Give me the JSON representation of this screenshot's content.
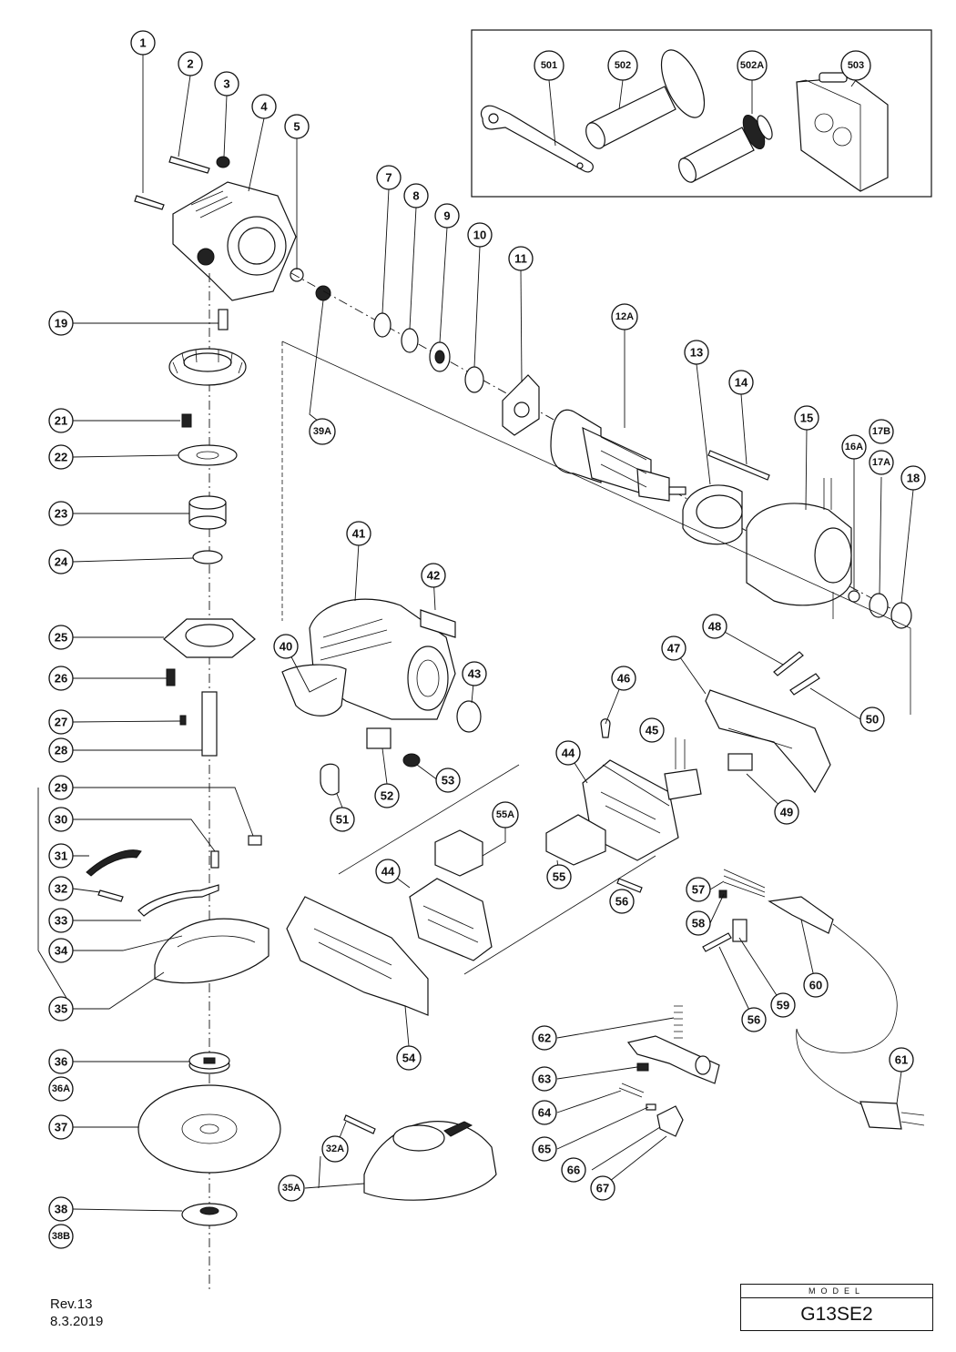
{
  "revision": {
    "line1": "Rev.13",
    "line2": "8.3.2019"
  },
  "model": {
    "label": "MODEL",
    "value": "G13SE2"
  },
  "callouts": [
    "1",
    "2",
    "3",
    "4",
    "5",
    "7",
    "8",
    "9",
    "10",
    "11",
    "12A",
    "13",
    "14",
    "15",
    "16A",
    "17B",
    "17A",
    "18",
    "19",
    "21",
    "22",
    "23",
    "24",
    "25",
    "26",
    "27",
    "28",
    "29",
    "30",
    "31",
    "32",
    "33",
    "34",
    "35",
    "36",
    "36A",
    "37",
    "38",
    "38B",
    "39A",
    "40",
    "41",
    "42",
    "43",
    "44",
    "45",
    "46",
    "47",
    "48",
    "49",
    "50",
    "51",
    "52",
    "53",
    "54",
    "55",
    "55A",
    "56",
    "57",
    "58",
    "59",
    "60",
    "61",
    "62",
    "63",
    "64",
    "65",
    "66",
    "67",
    "501",
    "502",
    "502A",
    "503",
    "32A",
    "35A"
  ]
}
